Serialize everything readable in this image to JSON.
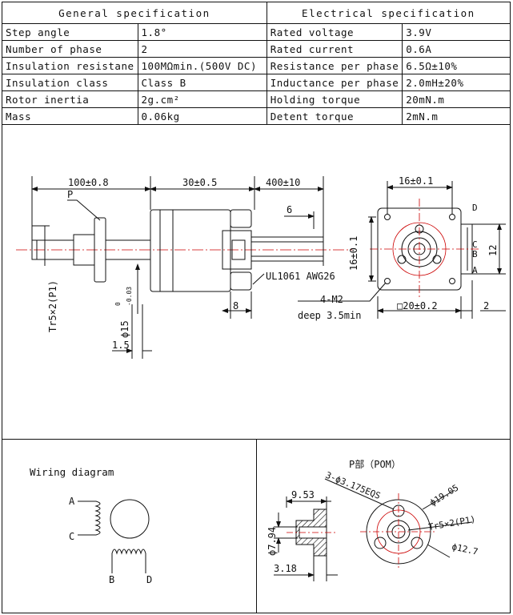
{
  "general": {
    "title": "General  specification",
    "rows": [
      {
        "label": "Step angle",
        "value": "1.8°"
      },
      {
        "label": "Number of phase",
        "value": "2"
      },
      {
        "label": "Insulation resistane",
        "value": "100MΩmin.(500V DC)"
      },
      {
        "label": "Insulation class",
        "value": "Class B"
      },
      {
        "label": "Rotor inertia",
        "value": "2g.cm²"
      },
      {
        "label": "Mass",
        "value": "0.06kg"
      }
    ]
  },
  "electrical": {
    "title": "Electrical  specification",
    "rows": [
      {
        "label": "Rated voltage",
        "value": "3.9V"
      },
      {
        "label": "Rated current",
        "value": "0.6A"
      },
      {
        "label": "Resistance per phase",
        "value": "6.5Ω±10%"
      },
      {
        "label": "Inductance per phase",
        "value": "2.0mH±20%"
      },
      {
        "label": "Holding torque",
        "value": "20mN.m"
      },
      {
        "label": "Detent torque",
        "value": "2mN.m"
      }
    ]
  },
  "drawing": {
    "dim_shaft": "100±0.8",
    "dim_body": "30±0.5",
    "dim_lead": "400±10",
    "dim_6": "6",
    "dim_8": "8",
    "dim_1_5": "1.5",
    "label_p": "P",
    "thread": "Tr5×2(P1)",
    "dia_15": "ϕ15",
    "tol_15_upper": "0",
    "tol_15_lower": "-0.03",
    "cable": "UL1061 AWG26",
    "front_width": "16±0.1",
    "front_height": "16±0.1",
    "square": "□20±0.2",
    "dim_12": "12",
    "dim_2": "2",
    "m2": "4-M2",
    "deep": "deep 3.5min",
    "pin_d": "D",
    "pin_c": "C",
    "pin_b": "B",
    "pin_a": "A"
  },
  "wiring": {
    "title": "Wiring diagram",
    "a": "A",
    "b": "B",
    "c": "C",
    "d": "D"
  },
  "p_part": {
    "title": "P部（POM）",
    "holes": "3-ϕ3.175EQS",
    "d19": "ϕ19.05",
    "thread": "Tr5×2(P1)",
    "d12": "ϕ12.7",
    "w953": "9.53",
    "h794": "ϕ7.94",
    "w318": "3.18"
  }
}
